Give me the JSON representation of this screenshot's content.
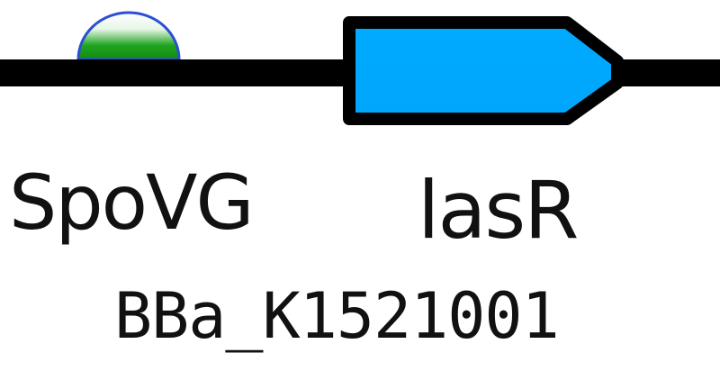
{
  "parts": [
    {
      "type": "rbs",
      "name": "SpoVG"
    },
    {
      "type": "cds",
      "name": "lasR"
    }
  ],
  "part_id": "BBa_K1521001",
  "colors": {
    "backbone": "#000000",
    "rbs_fill_top": "#ffffff",
    "rbs_fill_bottom": "#1fa51f",
    "rbs_outline": "#2b4fd4",
    "cds_fill": "#00aaff",
    "cds_outline": "#000000",
    "text": "#111111"
  }
}
